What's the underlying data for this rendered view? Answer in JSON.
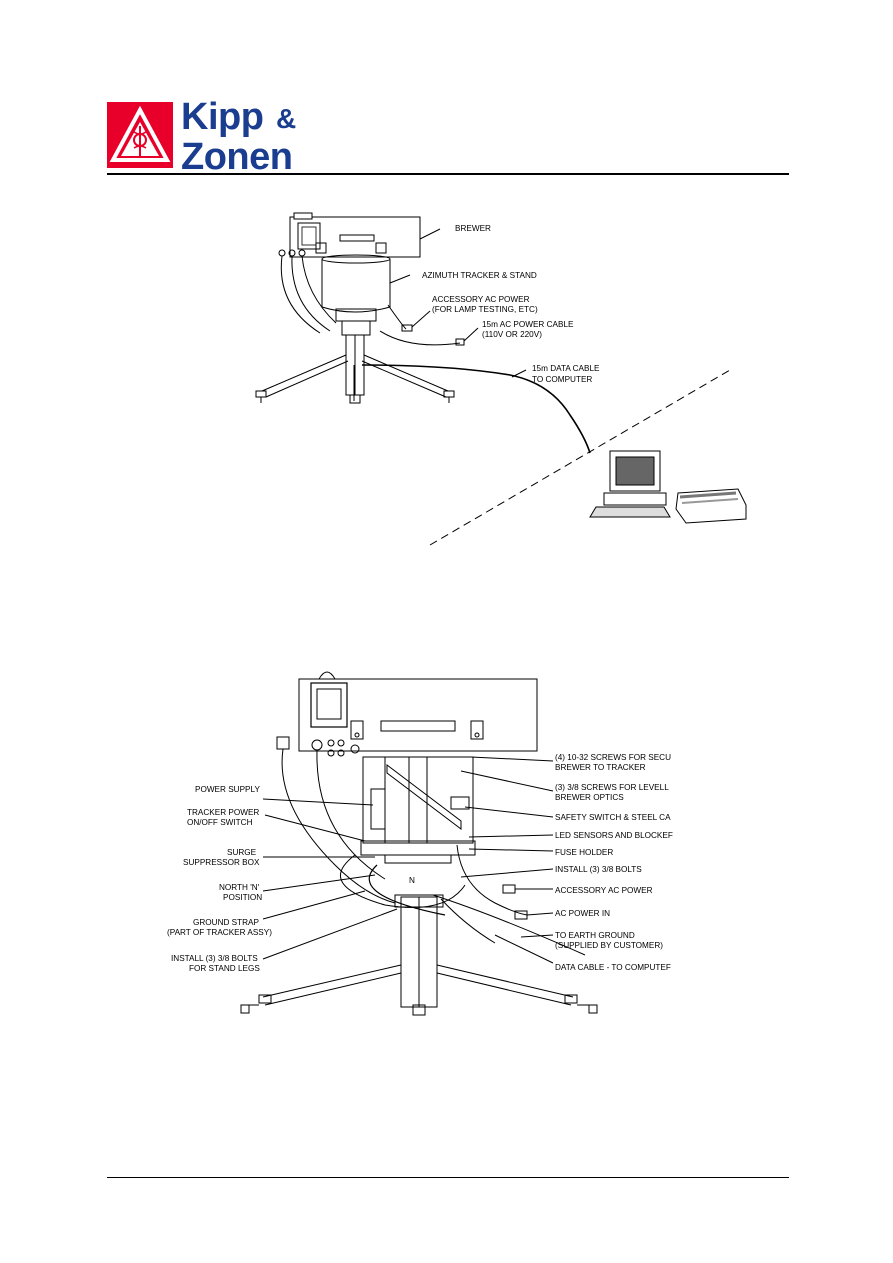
{
  "header": {
    "logo_line1": "Kipp",
    "logo_amp": "&",
    "logo_line2": "Zonen"
  },
  "figure1": {
    "labels": {
      "brewer": "BREWER",
      "tracker": "AZIMUTH TRACKER & STAND",
      "accessory_1": "ACCESSORY AC POWER",
      "accessory_2": "(FOR LAMP TESTING, ETC)",
      "power_cable_1": "15m AC POWER CABLE",
      "power_cable_2": "(110V OR 220V)",
      "data_cable_1": "15m DATA CABLE",
      "data_cable_2": "TO COMPUTER"
    }
  },
  "figure2": {
    "labels": {
      "power_supply": "POWER SUPPLY",
      "tracker_power_1": "TRACKER POWER",
      "tracker_power_2": "ON/OFF SWITCH",
      "surge_1": "SURGE",
      "surge_2": "SUPPRESSOR BOX",
      "north_1": "NORTH 'N'",
      "north_2": "POSITION",
      "north_mark": "N",
      "ground_strap_1": "GROUND STRAP",
      "ground_strap_2": "(PART OF TRACKER ASSY)",
      "install_legs_1": "INSTALL (3) 3/8 BOLTS",
      "install_legs_2": "FOR STAND LEGS",
      "screws_secure_1": "(4) 10-32 SCREWS FOR SECU",
      "screws_secure_2": "BREWER TO TRACKER",
      "screws_level_1": "(3) 3/8 SCREWS FOR LEVELL",
      "screws_level_2": "BREWER OPTICS",
      "safety": "SAFETY SWITCH & STEEL CA",
      "led": "LED SENSORS AND BLOCKEF",
      "fuse": "FUSE HOLDER",
      "install_bolts": "INSTALL (3) 3/8 BOLTS",
      "accessory": "ACCESSORY AC POWER",
      "ac_in": "AC POWER IN",
      "earth_1": "TO EARTH GROUND",
      "earth_2": "(SUPPLIED BY CUSTOMER)",
      "data_cable": "DATA CABLE - TO COMPUTEF"
    }
  }
}
